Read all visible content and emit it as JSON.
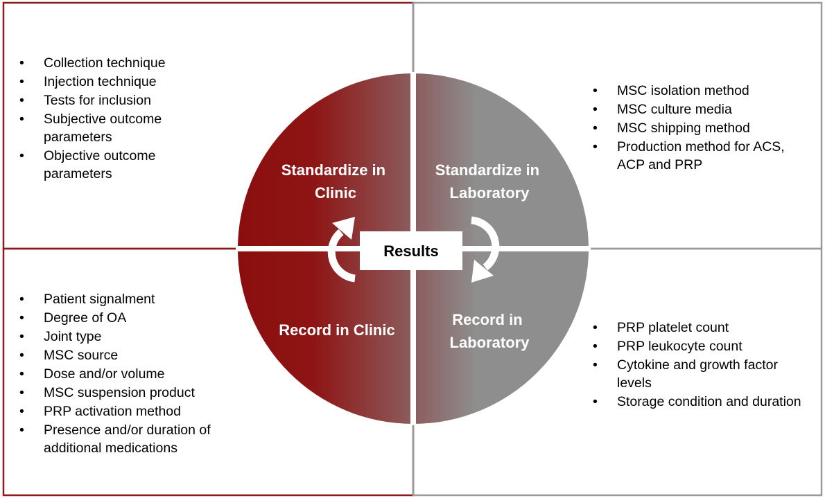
{
  "colors": {
    "clinic_red": "#8b1212",
    "lab_grey": "#8c8c8c",
    "frame_red": "#8b1a1a",
    "frame_grey": "#999999"
  },
  "center": {
    "label": "Results"
  },
  "quadrants": {
    "standardize_clinic": {
      "title_lines": [
        "Standardize in",
        "Clinic"
      ],
      "items": [
        "Collection technique",
        "Injection technique",
        "Tests for inclusion",
        "Subjective outcome parameters",
        "Objective outcome parameters"
      ]
    },
    "standardize_lab": {
      "title_lines": [
        "Standardize in",
        "Laboratory"
      ],
      "items": [
        "MSC isolation method",
        "MSC culture media",
        "MSC shipping method",
        "Production method for ACS, ACP and PRP"
      ]
    },
    "record_clinic": {
      "title_lines": [
        "Record in Clinic"
      ],
      "items": [
        "Patient signalment",
        "Degree of OA",
        "Joint type",
        "MSC source",
        "Dose and/or volume",
        "MSC suspension product",
        "PRP activation method",
        "Presence and/or duration of additional medications"
      ]
    },
    "record_lab": {
      "title_lines": [
        "Record in",
        "Laboratory"
      ],
      "items": [
        "PRP platelet count",
        "PRP leukocyte count",
        "Cytokine and growth factor levels",
        "Storage condition and duration"
      ]
    }
  },
  "bullet_glyph": "•"
}
